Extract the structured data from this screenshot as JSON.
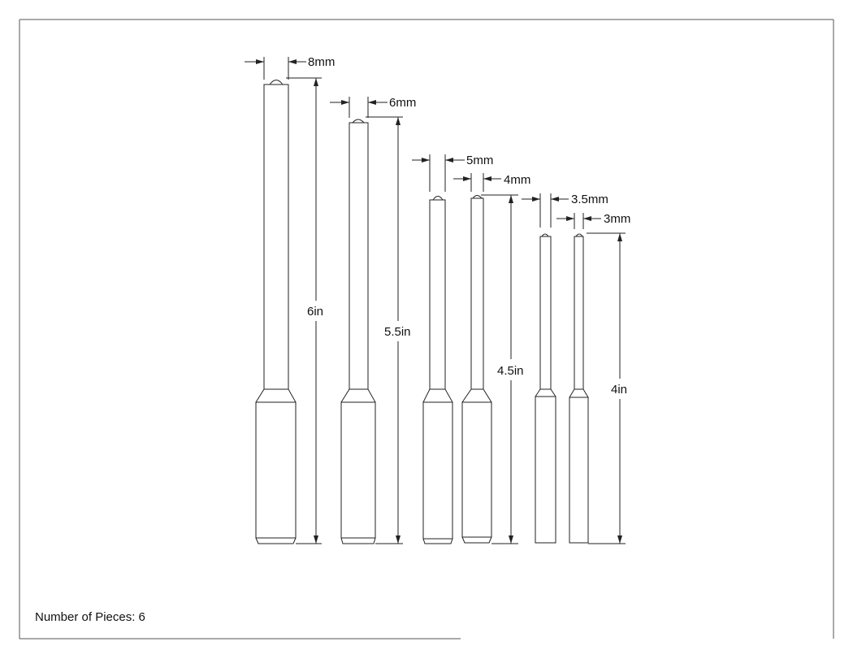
{
  "footer": {
    "pieces_label": "Number of Pieces: 6"
  },
  "pieces": [
    {
      "diameter_label": "8mm",
      "length_label": "6in"
    },
    {
      "diameter_label": "6mm",
      "length_label": "5.5in"
    },
    {
      "diameter_label": "5mm",
      "length_label": "4.5in"
    },
    {
      "diameter_label": "4mm",
      "length_label": "4.5in"
    },
    {
      "diameter_label": "3.5mm",
      "length_label": "4in"
    },
    {
      "diameter_label": "3mm",
      "length_label": "4in"
    }
  ],
  "colors": {
    "line": "#222222",
    "border": "#555555"
  }
}
